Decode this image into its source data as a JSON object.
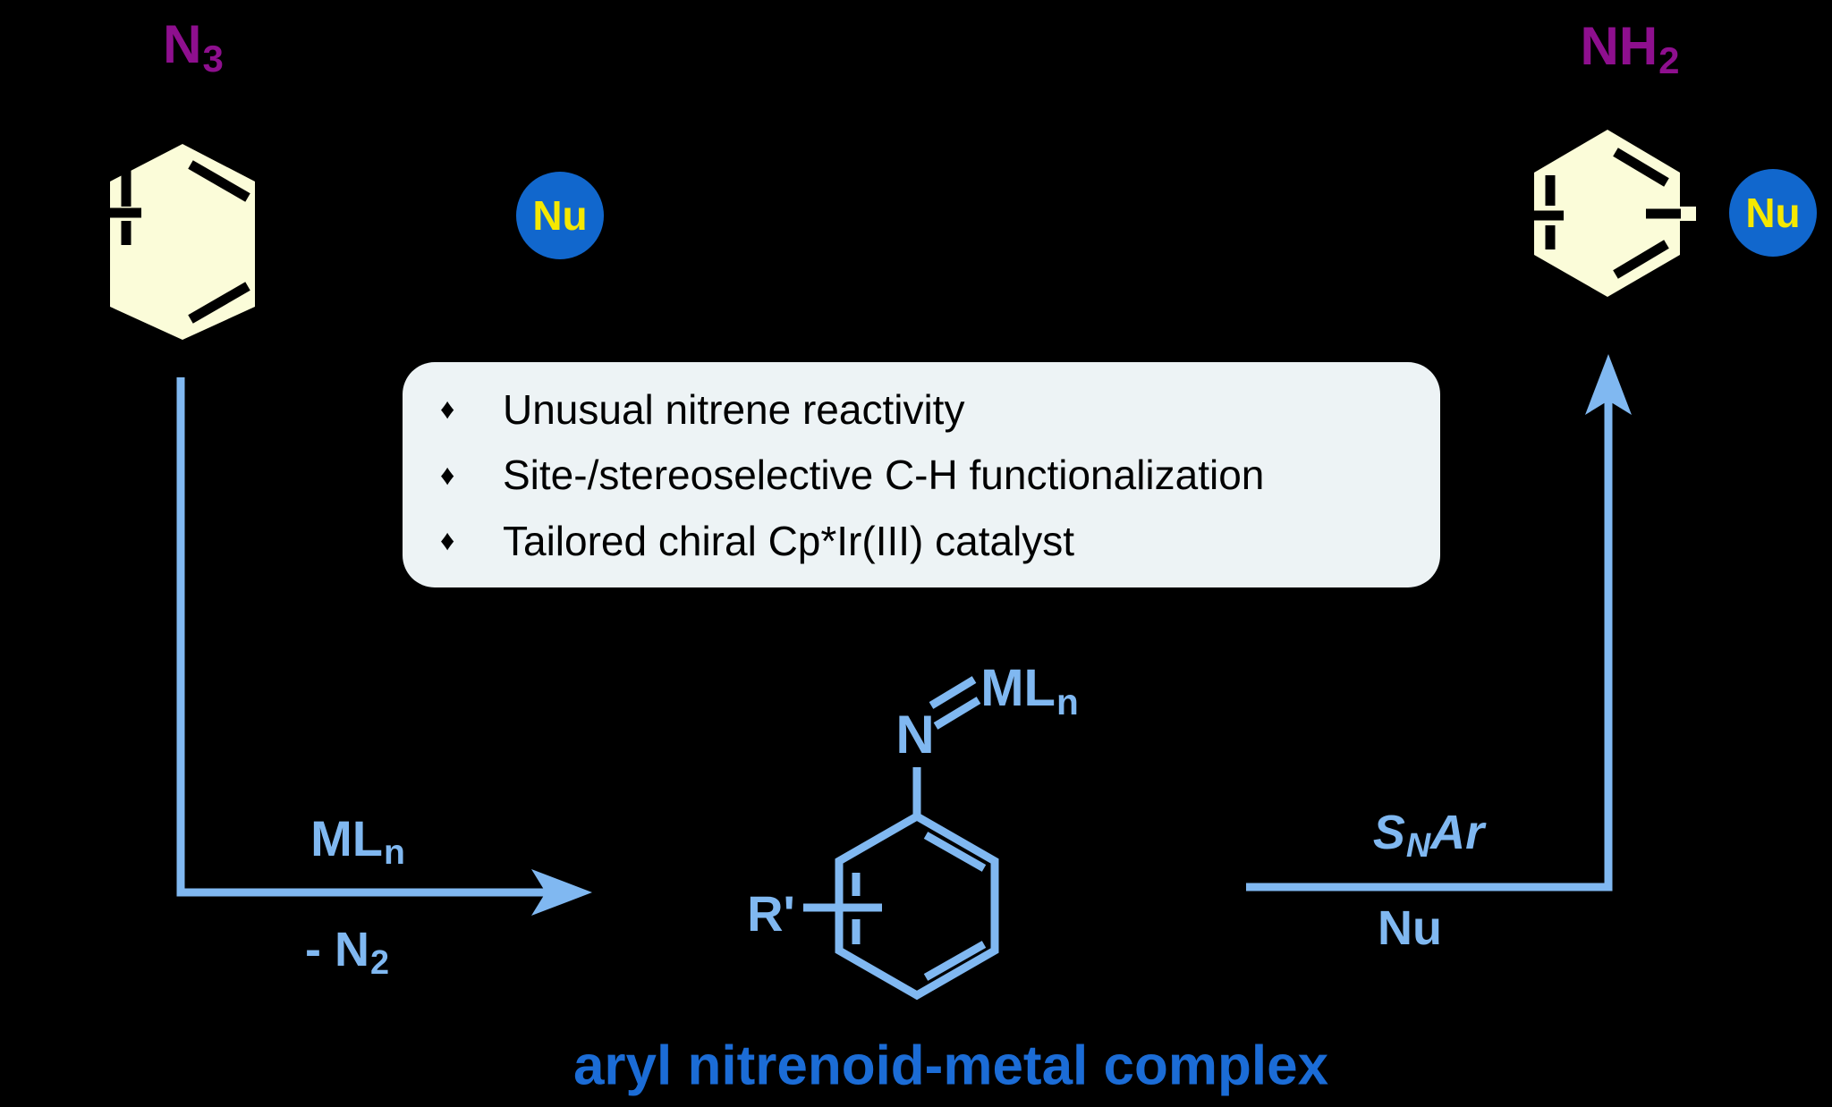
{
  "colors": {
    "background": "#000000",
    "ring_fill": "#fbfcd9",
    "bond_tick_black": "#000000",
    "heteroatom_purple": "#8e0f8e",
    "nucleophile_circle_blue": "#1167cd",
    "nucleophile_text_yellow": "#f5e800",
    "accent_light_blue": "#80b8f1",
    "info_box_bg": "#edf3f5",
    "info_box_text": "#000000",
    "caption_blue": "#1b6cd6"
  },
  "reactant": {
    "label_main": "N",
    "label_sub": "3"
  },
  "product": {
    "label_main": "NH",
    "label_sub": "2"
  },
  "nucleophile": {
    "label": "Nu"
  },
  "info_box": {
    "bullet_glyph": "♦",
    "bullets": [
      "Unusual nitrene reactivity",
      "Site-/stereoselective C-H functionalization",
      "Tailored chiral Cp*Ir(III) catalyst"
    ]
  },
  "left_arrow": {
    "above_main": "ML",
    "above_sub": "n",
    "below_main": "- N",
    "below_sub": "2"
  },
  "right_arrow": {
    "above_pre": "S",
    "above_sub": "N",
    "above_post": "Ar",
    "below": "Nu"
  },
  "intermediate": {
    "nitrogen": "N",
    "metal_main": "ML",
    "metal_sub": "n",
    "substituent": "R'",
    "caption": "aryl nitrenoid-metal complex"
  }
}
